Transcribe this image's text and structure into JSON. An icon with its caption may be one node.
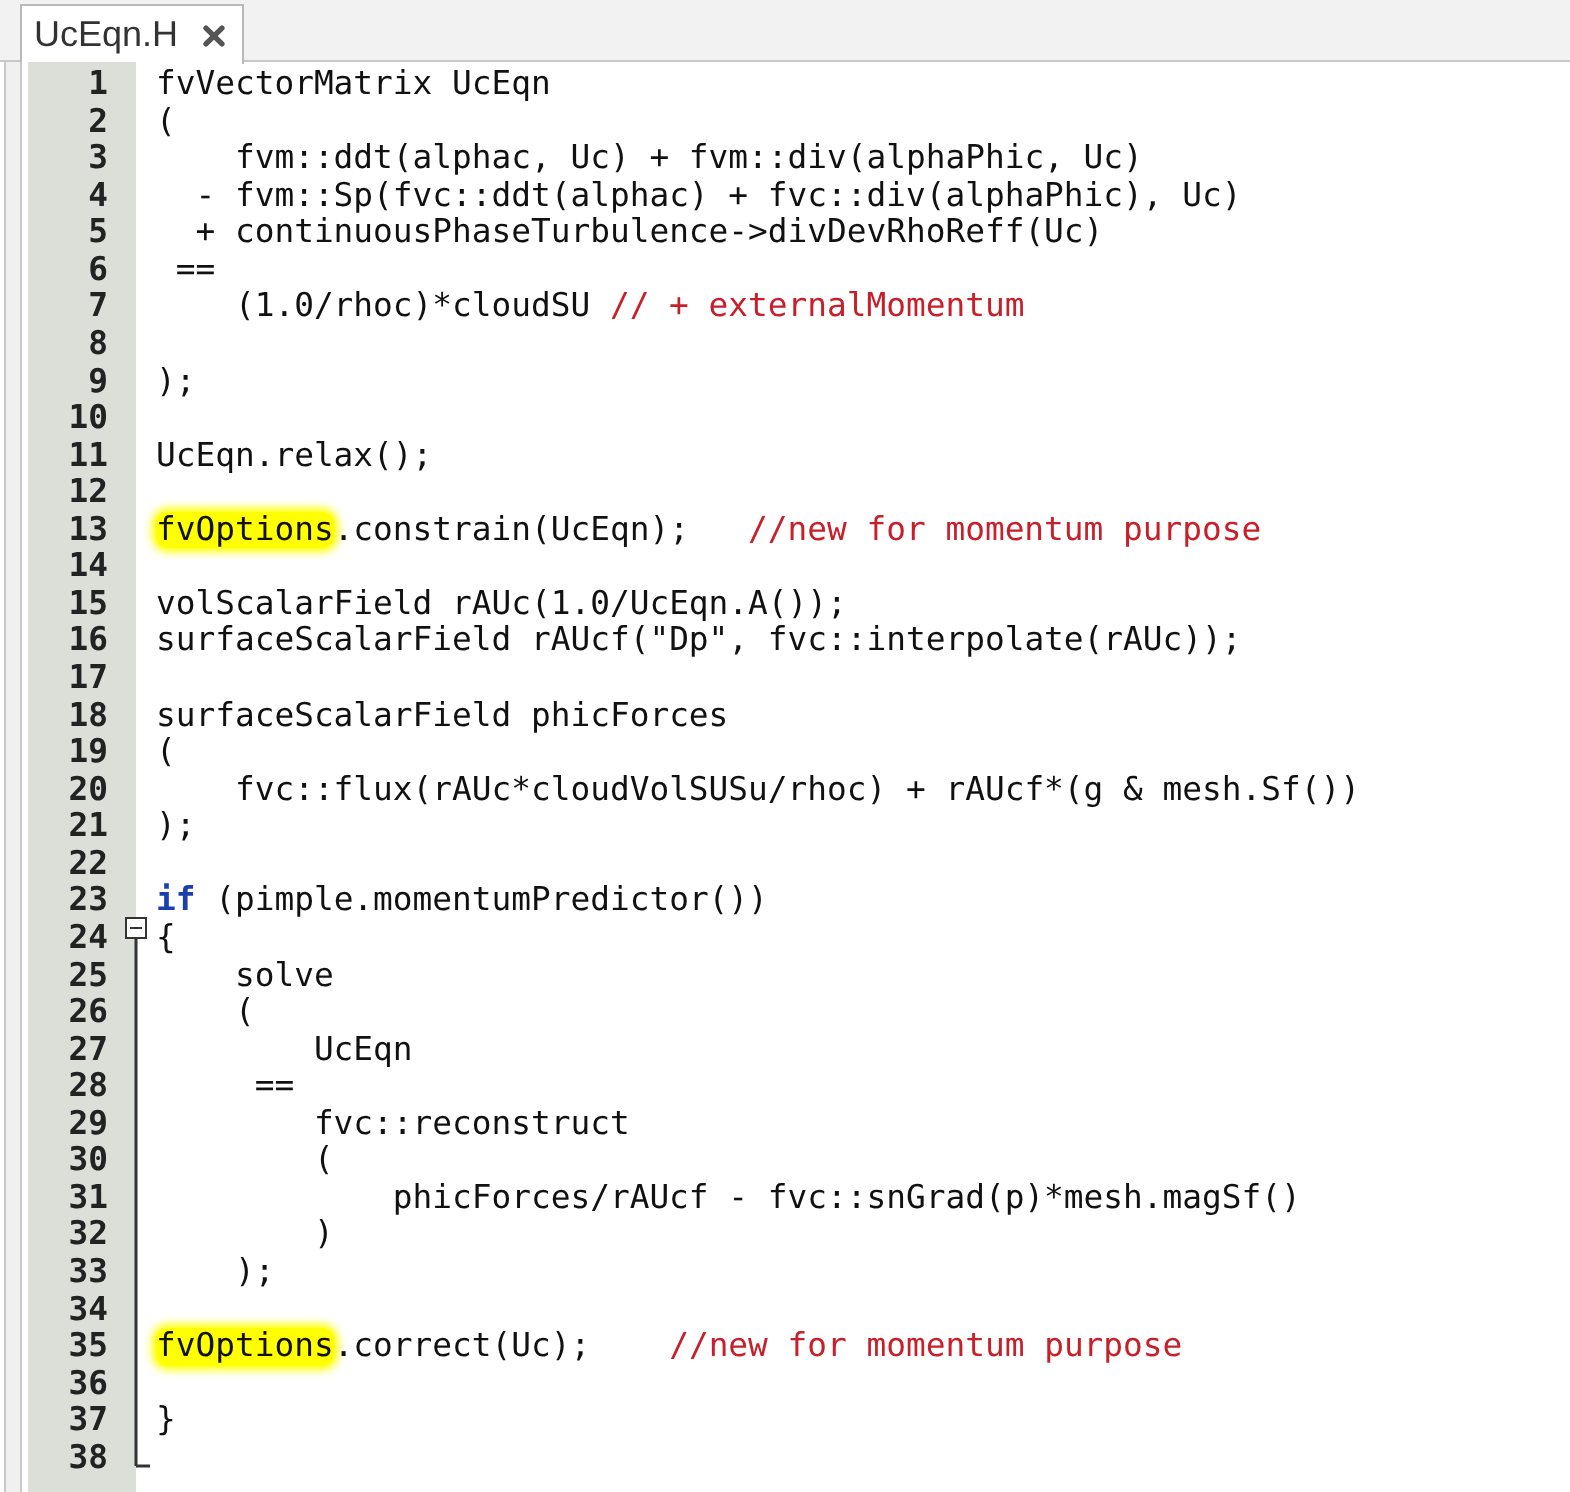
{
  "diagram": {
    "labels": [
      "UcEqn.H",
      "1",
      "fvVectorMatrix UcEqn",
      "2",
      "(",
      "3",
      "fvm::ddt(alphac, Uc) + fvm::div(alphaPhic, Uc)",
      "4",
      "- fvm::Sp(fvc::ddt(alphac) + fvc::div(alphaPhic), Uc)",
      "5",
      "+ continuousPhaseTurbulence->divDevRhoReff(Uc)",
      "6",
      "==",
      "7",
      "(1.0/rhoc)*cloudSU",
      "// + externalMomentum",
      "8",
      "9",
      ");",
      "10",
      "11",
      "UcEqn.relax();",
      "12",
      "13",
      "fvOptions",
      ".constrain(UcEqn);",
      "//new for momentum purpose",
      "14",
      "15",
      "volScalarField rAUc(1.0/UcEqn.A());",
      "16",
      "surfaceScalarField rAUcf(\"Dp\", fvc::interpolate(rAUc));",
      "17",
      "18",
      "surfaceScalarField phicForces",
      "19",
      "(",
      "20",
      "fvc::flux(rAUc*cloudVolSUSu/rhoc) + rAUcf*(g & mesh.Sf())",
      "21",
      ");",
      "22",
      "23",
      "if",
      "(pimple.momentumPredictor())",
      "24",
      "{",
      "25",
      "solve",
      "26",
      "(",
      "27",
      "UcEqn",
      "28",
      "==",
      "29",
      "fvc::reconstruct",
      "30",
      "(",
      "31",
      "phicForces/rAUcf - fvc::snGrad(p)*mesh.magSf()",
      "32",
      ")",
      "33",
      ");",
      "34",
      "35",
      "fvOptions",
      ".correct(Uc);",
      "//new for momentum purpose",
      "36",
      "37",
      "}",
      "38"
    ]
  }
}
